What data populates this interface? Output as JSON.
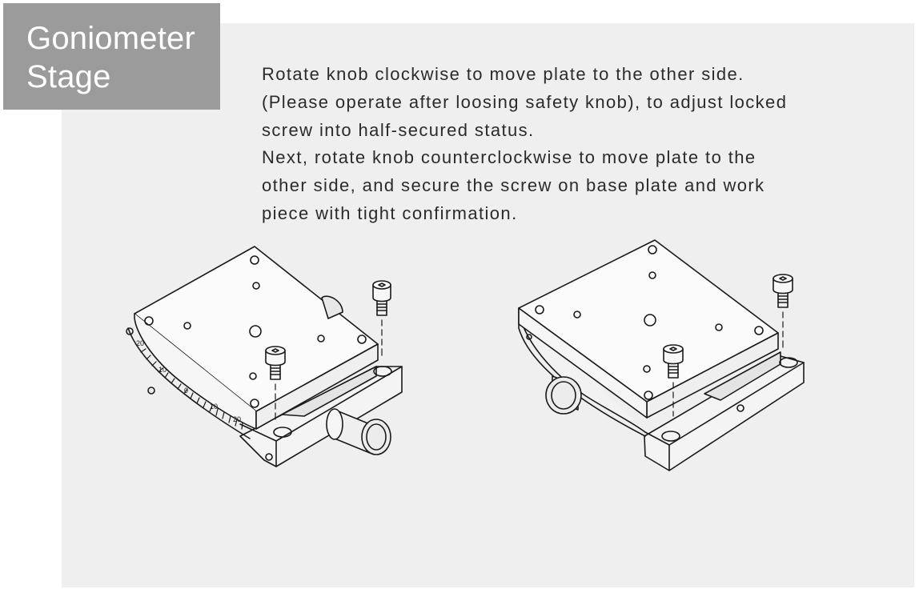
{
  "heading": {
    "line1": "Goniometer",
    "line2": "Stage"
  },
  "description": {
    "lines": [
      "Rotate knob clockwise to move plate to the other side.",
      "(Please operate after loosing safety knob), to adjust locked",
      "screw into half-secured status.",
      "Next, rotate knob counterclockwise to move plate to the",
      "other side, and secure the screw on base plate and work",
      "piece with tight confirmation."
    ]
  },
  "scale_labels": [
    "20",
    "10",
    "0",
    "10",
    "20"
  ],
  "colors": {
    "panel": "#efefef",
    "heading_bg": "#9b9b9b",
    "heading_text": "#ffffff",
    "body_text": "#2b2b2b",
    "line_art": "#1a1a1a"
  }
}
